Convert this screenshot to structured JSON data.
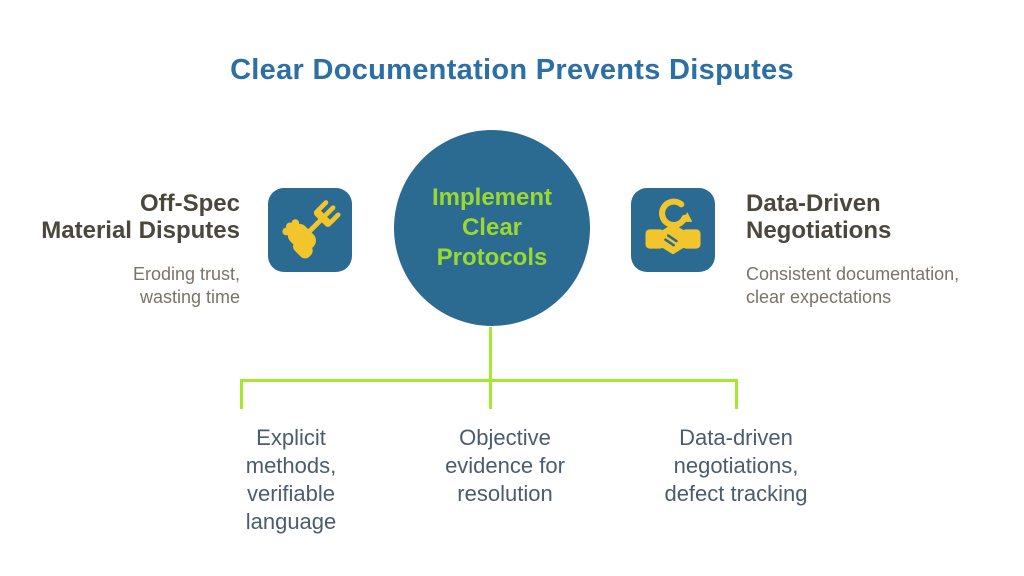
{
  "title": "Clear Documentation Prevents Disputes",
  "center_node": {
    "label_lines": [
      "Implement",
      "Clear",
      "Protocols"
    ]
  },
  "left_item": {
    "heading_lines": [
      "Off-Spec",
      "Material Disputes"
    ],
    "subtitle_lines": [
      "Eroding trust,",
      "wasting time"
    ],
    "icon": "fist-holding-fork-icon"
  },
  "right_item": {
    "heading_lines": [
      "Data-Driven",
      "Negotiations"
    ],
    "subtitle_lines": [
      "Consistent documentation,",
      "clear expectations"
    ],
    "icon": "handshake-cycle-icon"
  },
  "branches": [
    {
      "lines": [
        "Explicit",
        "methods,",
        "verifiable",
        "language"
      ]
    },
    {
      "lines": [
        "Objective",
        "evidence for",
        "resolution"
      ]
    },
    {
      "lines": [
        "Data-driven",
        "negotiations,",
        "defect tracking"
      ]
    }
  ],
  "colors": {
    "title_blue": "#2c6fa4",
    "node_blue": "#2b6b92",
    "node_text_green": "#9bd92f",
    "connector_green": "#a6e82f",
    "heading_dark": "#4c473c",
    "subtitle_gray": "#7a7468",
    "branch_text_slate": "#4a5d6e",
    "icon_yellow": "#f2c52d"
  }
}
